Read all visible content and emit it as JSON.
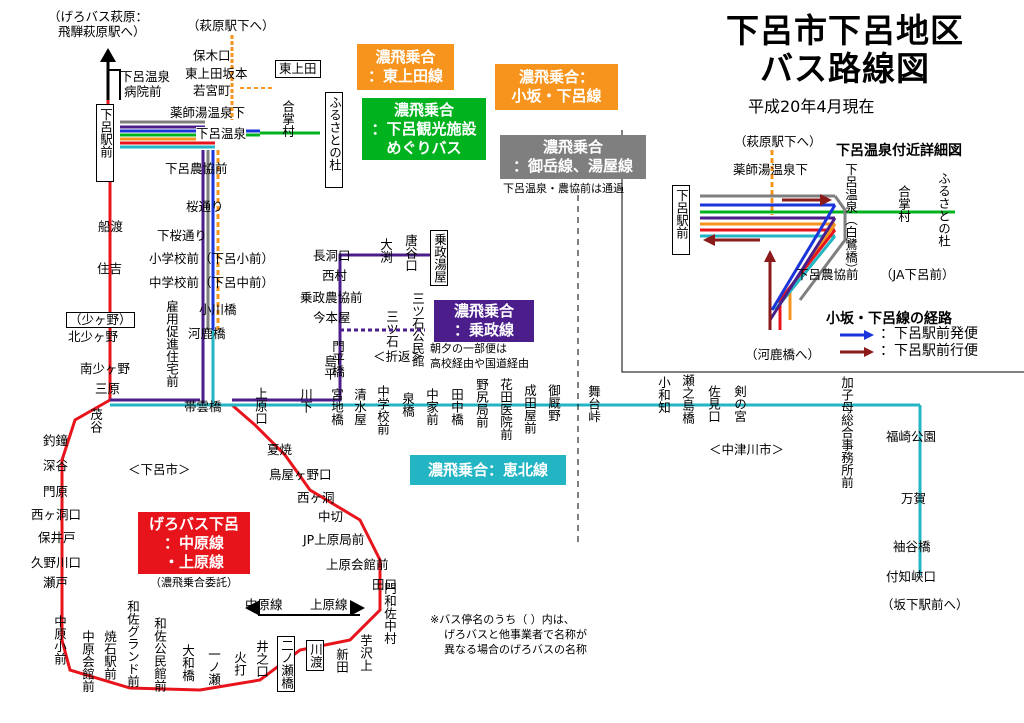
{
  "title": {
    "line1": "下呂市下呂地区",
    "line2": "バス路線図",
    "date": "平成20年4月現在"
  },
  "operators": {
    "higashi_ueda": {
      "l1": "濃飛乗合",
      "l2": "：東上田線",
      "color": "#f7941d"
    },
    "kankou": {
      "l1": "濃飛乗合",
      "l2": "：下呂観光施設",
      "l3": "めぐりバス",
      "color": "#00b31e"
    },
    "osaka": {
      "l1": "濃飛乗合：",
      "l2": "小坂・下呂線",
      "color": "#f7941d"
    },
    "ontake": {
      "l1": "濃飛乗合",
      "l2": "：御岳線、湯屋線",
      "color": "#7f7f7f"
    },
    "ontake_note": "下呂温泉・農協前は通過",
    "norimasa": {
      "l1": "濃飛乗合",
      "l2": "：乗政線",
      "color": "#4b1e8c"
    },
    "norimasa_note1": "朝夕の一部便は",
    "norimasa_note2": "高校経由や国道経由",
    "keihoku": {
      "l1": "濃飛乗合：恵北線",
      "color": "#23b5c4"
    },
    "gero": {
      "l1": "げろバス下呂",
      "l2": "：中原線",
      "l3": "・上原線",
      "color": "#e8141b"
    },
    "gero_note": "（濃飛乗合委託）"
  },
  "stops": {
    "hagiwara_top": "（げろバス萩原：",
    "hagiwara_top2": "飛騨萩原駅へ）",
    "hagiwara_eki": "（萩原駅下へ）",
    "hokiguchi": "保木口",
    "higashiueda_saka": "東上田坂本",
    "wakamiya": "若宮町",
    "higashiueda_box": "東上田",
    "gero_byoin": "下呂温泉",
    "gero_byoin2": "病院前",
    "yakushi": "薬師湯温泉下",
    "gassho": "合掌村",
    "furusato": "ふるさとの杜",
    "gero_eki": "下呂駅前",
    "gero_onsen": "下呂温泉",
    "nokyo": "下呂農協前",
    "sakuradori": "桜通り",
    "shimosakura": "下桜通り",
    "shogakko": "小学校前（下呂小前）",
    "chugakko": "中学校前（下呂中前）",
    "kogawa": "小川橋",
    "kawashika": "河鹿橋",
    "koyo": "雇用促進住宅前",
    "funato": "船渡",
    "sumiyoshi": "住吉",
    "kitashogano_box": "（少ヶ野）",
    "kitashogano": "北少ヶ野",
    "minamishogano": "南少ヶ野",
    "sanbara": "三原",
    "taiunbashi": "帯雲橋",
    "mosakura": "茂谷",
    "tsurugane": "釣鐘",
    "fukaya": "深谷",
    "kadohara": "門原",
    "nishigabora": "西ヶ洞口",
    "hoido": "保井戸",
    "kuno": "久野川口",
    "seto": "瀬戸",
    "nakahara_shomae": "中原小前",
    "nakahara_kaikan": "中原会館前",
    "yake_eki": "焼石駅前",
    "wasa_grand": "和佐グランド前",
    "wasa_kominkan": "和佐公民館前",
    "owa": "大和橋",
    "ichinose": "一ノ瀬",
    "hiuchi": "火打",
    "inoguchi": "井之口",
    "ninose_box": "二ノ瀬橋",
    "kawato_box": "川渡",
    "shinden": "新田",
    "imosawa": "芋沢上",
    "monwasa": "門和佐中村",
    "taguchi": "田口",
    "uehara_kaikan": "上原会館前",
    "jp_uehara": "JP上原局前",
    "nakagiri": "中切",
    "nishigabora2": "西ヶ洞",
    "toriyagano": "鳥屋ヶ野口",
    "natsuyake": "夏焼",
    "ueharaguchi": "上原口",
    "nakahara_line": "中原線",
    "uehara_line": "上原線",
    "geroshi": "＜下呂市＞",
    "kawashimo": "川下",
    "miyaji": "宮地橋",
    "shimizuya": "清水屋",
    "chugakko2": "中学校前",
    "izumi": "泉橋",
    "nakaie": "中家前",
    "tanaka": "田中橋",
    "nozaki": "野尻局前",
    "hanada": "花田医院前",
    "naruta": "成田屋前",
    "mikamizu": "御厩野",
    "butai": "舞台峠",
    "owa2": "小和知",
    "senoshima": "瀬之島橋",
    "sami": "佐見口",
    "tsurugi": "剣の宮",
    "kashimo": "加子母総合事務所前",
    "fukuzaki": "福崎公園",
    "manga": "万賀",
    "tsukiyama": "袖谷橋",
    "tsukechi": "付知峡口",
    "sakashita": "（坂下駅前へ）",
    "nakatsugawa": "＜中津川市＞",
    "nagahora": "長洞口",
    "nishimura": "西村",
    "ofuchi": "大渕",
    "karato": "唐谷口",
    "norimasa_yu": "乗政湯屋",
    "norimasa_nokyo": "乗政農協前",
    "imamotoya": "今本屋",
    "mitsuishi_ko": "三ツ石公民館",
    "mitsuishi": "三ツ石",
    "orikaeshi": "＜折返＞",
    "monbiraki": "門平橋",
    "shimahira": "島平"
  },
  "inset": {
    "title": "下呂温泉付近詳細図",
    "hagiwara": "（萩原駅下へ）",
    "yakushi": "薬師湯温泉下",
    "gero_eki": "下呂駅前",
    "gero_onsen": "下呂温泉（白鷺橋）",
    "gassho": "合掌村",
    "furusato": "ふるさとの杜",
    "nokyo": "下呂農協前",
    "ja": "（JA下呂前）",
    "kawashika": "（河鹿橋へ）",
    "legend_title": "小坂・下呂線の経路",
    "legend_blue": "：下呂駅前発便",
    "legend_red": "：下呂駅前行便"
  },
  "footnote": {
    "l1": "※バス停名のうち（ ）内は、",
    "l2": "げろバスと他事業者で名称が",
    "l3": "異なる場合のげろバスの名称"
  },
  "colors": {
    "red": "#e8141b",
    "orange": "#f7941d",
    "green": "#00b31e",
    "gray": "#7f7f7f",
    "purple": "#4b1e8c",
    "cyan": "#23b5c4",
    "blue": "#1a35d9",
    "darkred": "#8b1a1a"
  }
}
